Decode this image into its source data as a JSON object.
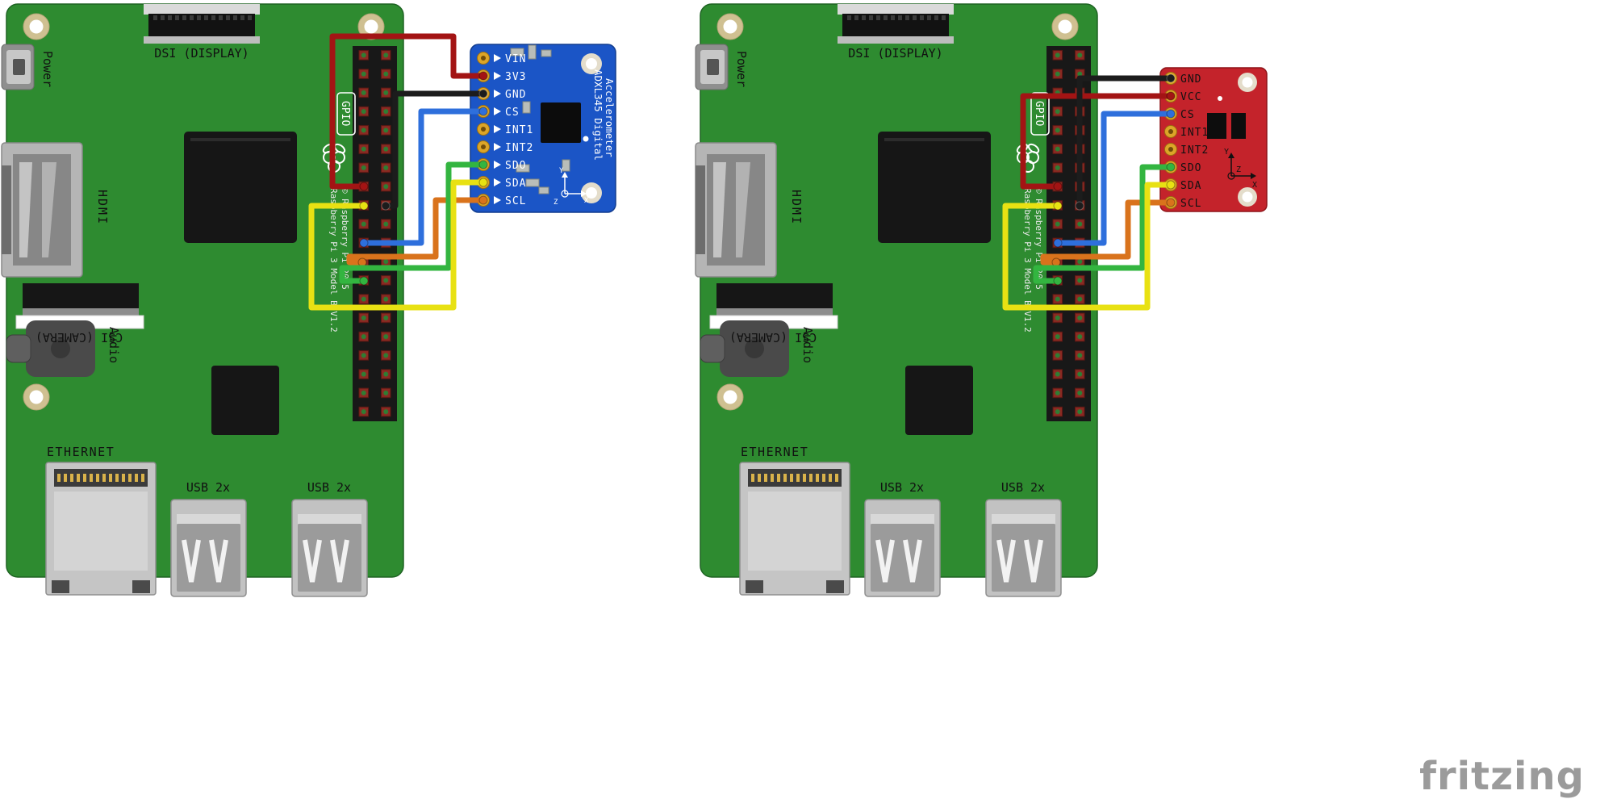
{
  "diagram": {
    "watermark": "fritzing"
  },
  "colors": {
    "pi_board_green": "#2e8b30",
    "adafruit_blue": "#1b55c6",
    "sparkfun_red": "#c4232b",
    "wire_red": "#a31414",
    "wire_black": "#1c1c1c",
    "wire_blue": "#2e6fdc",
    "wire_green": "#33b540",
    "wire_yellow": "#e8e113",
    "wire_orange": "#d9731c"
  },
  "pi_board": {
    "labels": {
      "power": "Power",
      "dsi": "DSI (DISPLAY)",
      "gpio": "GPIO",
      "hdmi": "HDMI",
      "csi": "CSI (CAMERA)",
      "audio": "Audio",
      "ethernet": "ETHERNET",
      "usb_left": "USB 2x",
      "usb_right": "USB 2x",
      "model_line1": "Raspberry Pi 3 Model B V1.2",
      "model_line2": "© Raspberry Pi 2015"
    }
  },
  "adafruit_breakout": {
    "title_line1": "ADXL345 Digital",
    "title_line2": "Accelerometer",
    "pins": [
      "VIN",
      "3V3",
      "GND",
      "CS",
      "INT1",
      "INT2",
      "SDO",
      "SDA",
      "SCL"
    ],
    "axis": {
      "x": "X",
      "y": "Y",
      "z": "Z"
    }
  },
  "sparkfun_breakout": {
    "pins": [
      "GND",
      "VCC",
      "CS",
      "INT1",
      "INT2",
      "SDO",
      "SDA",
      "SCL"
    ],
    "axis": {
      "x": "X",
      "y": "Y",
      "z": "Z"
    }
  }
}
